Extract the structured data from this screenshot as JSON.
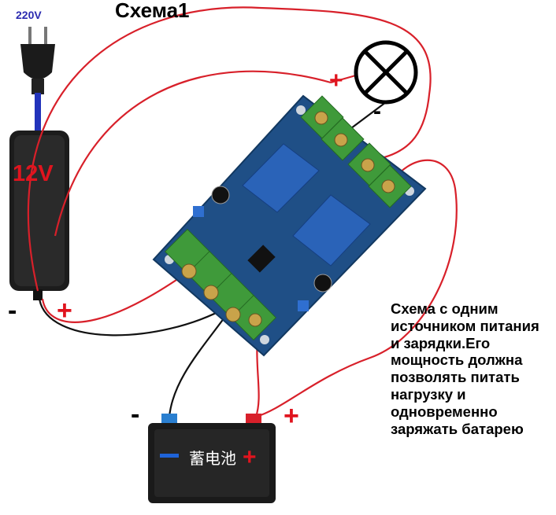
{
  "title": "Схема1",
  "mains_label": "220V",
  "adapter_label": "12V",
  "battery_label": "蓄电池",
  "signs": {
    "adapter_minus": "-",
    "adapter_plus": "+",
    "lamp_plus": "+",
    "lamp_minus": "-",
    "battery_minus": "-",
    "battery_plus": "+",
    "battery_body_plus": "+"
  },
  "description": [
    "Схема с одним",
    "источником питания",
    "и зарядки.Его",
    "мощность должна",
    "позволять питать",
    "нагрузку и",
    "одновременно",
    "заряжать батарею"
  ],
  "colors": {
    "wire_red": "#d8202a",
    "wire_black": "#111111",
    "board": "#1f4f86",
    "terminal": "#3f9a3a",
    "relay": "#2a63b8"
  }
}
